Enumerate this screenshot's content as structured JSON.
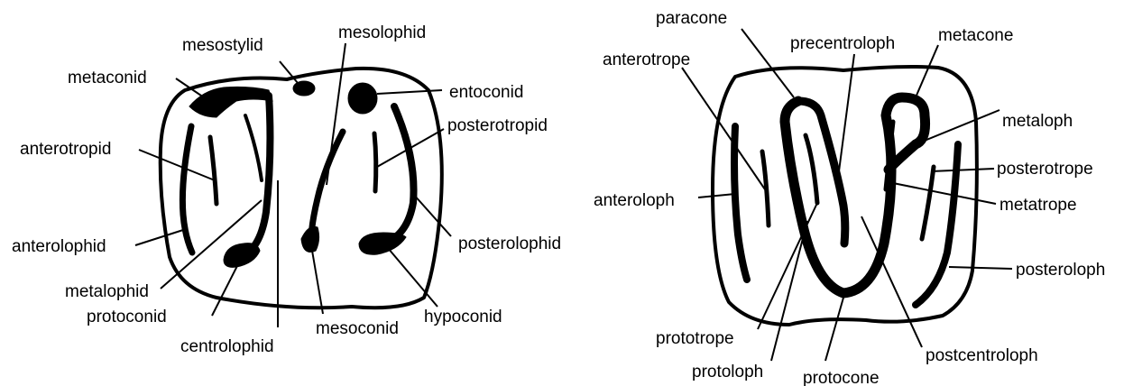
{
  "lower_tooth": {
    "labels": {
      "mesostylid": "mesostylid",
      "mesolophid": "mesolophid",
      "metaconid": "metaconid",
      "entoconid": "entoconid",
      "posterotropid": "posterotropid",
      "anterotropid": "anterotropid",
      "anterolophid": "anterolophid",
      "posterolophid": "posterolophid",
      "metalophid": "metalophid",
      "protoconid": "protoconid",
      "centrolophid": "centrolophid",
      "mesoconid": "mesoconid",
      "hypoconid": "hypoconid"
    }
  },
  "upper_tooth": {
    "labels": {
      "paracone": "paracone",
      "precentroloph": "precentroloph",
      "metacone": "metacone",
      "anterotrope": "anterotrope",
      "metaloph": "metaloph",
      "posterotrope": "posterotrope",
      "anteroloph": "anteroloph",
      "metatrope": "metatrope",
      "posteroloph": "posteroloph",
      "prototrope": "prototrope",
      "postcentroloph": "postcentroloph",
      "protoloph": "protoloph",
      "protocone": "protocone"
    }
  }
}
